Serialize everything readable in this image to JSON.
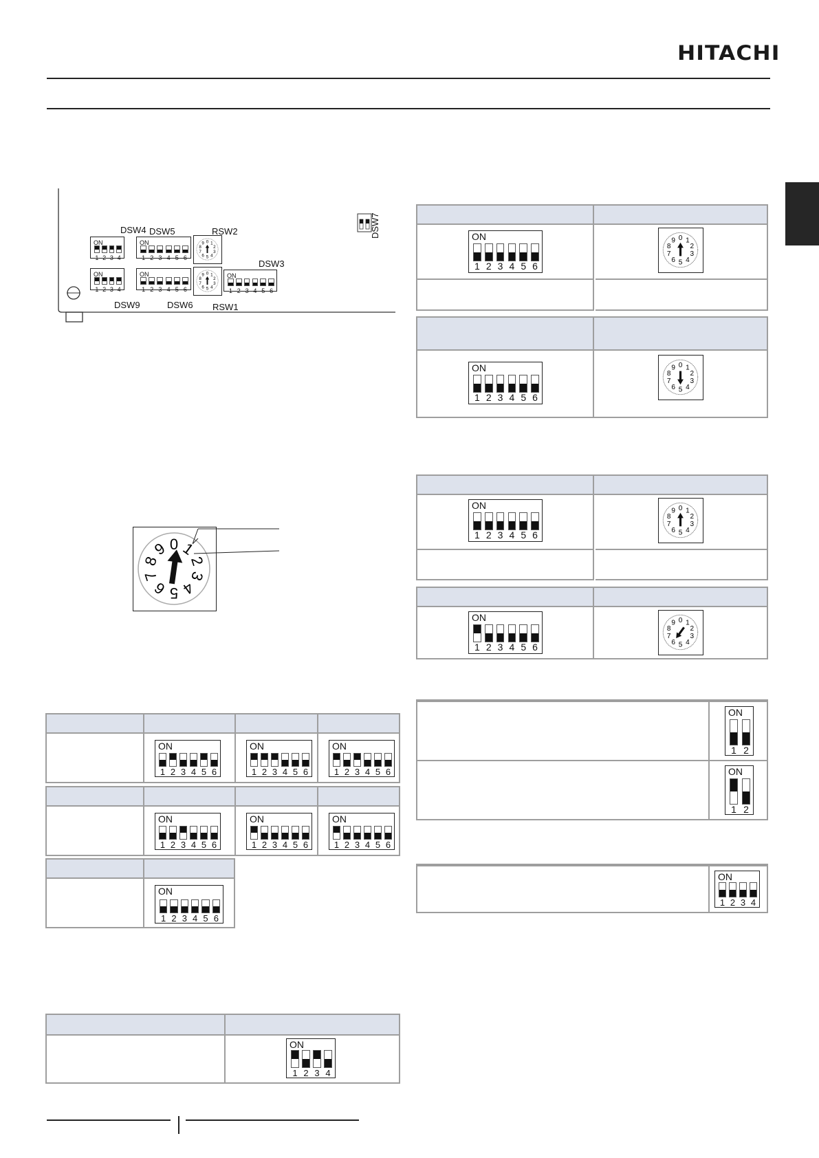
{
  "brand": {
    "logo_text": "HITACHI"
  },
  "pcb_diagram": {
    "labels": {
      "dsw4": "DSW4",
      "dsw5": "DSW5",
      "rsw2": "RSW2",
      "dsw7": "DSW7",
      "dsw3": "DSW3",
      "dsw9": "DSW9",
      "dsw6": "DSW6",
      "rsw1": "RSW1",
      "on": "ON"
    },
    "digits": [
      "0",
      "1",
      "2",
      "3",
      "4",
      "5",
      "6",
      "7",
      "8",
      "9"
    ]
  },
  "rotary_detail": {
    "digits": [
      "0",
      "1",
      "2",
      "3",
      "4",
      "5",
      "6",
      "7",
      "8",
      "9"
    ]
  },
  "dip_tables": {
    "on_label": "ON",
    "numbers6": [
      "1",
      "2",
      "3",
      "4",
      "5",
      "6"
    ],
    "numbers4": [
      "1",
      "2",
      "3",
      "4"
    ],
    "numbers2": [
      "1",
      "2"
    ]
  },
  "switch_states": {
    "left_row1": [
      [
        0,
        1,
        0,
        0,
        1,
        0
      ],
      [
        1,
        1,
        1,
        0,
        0,
        0
      ],
      [
        1,
        0,
        1,
        0,
        0,
        0
      ]
    ],
    "left_row2": [
      [
        0,
        0,
        1,
        0,
        0,
        0
      ],
      [
        1,
        0,
        0,
        0,
        0,
        0
      ],
      [
        1,
        0,
        0,
        0,
        0,
        0
      ]
    ],
    "left_row3": [
      [
        0,
        0,
        0,
        0,
        0,
        0
      ]
    ],
    "left_bottom_4": [
      1,
      0,
      1,
      0
    ],
    "right_t1": [
      0,
      0,
      0,
      0,
      0,
      0
    ],
    "right_t2": [
      0,
      0,
      0,
      0,
      0,
      0
    ],
    "right_t3": [
      0,
      0,
      0,
      0,
      0,
      0
    ],
    "right_t4": [
      1,
      0,
      0,
      0,
      0,
      0
    ],
    "right_dsw2_a": [
      0,
      0
    ],
    "right_dsw2_b": [
      1,
      0
    ],
    "right_dsw4": [
      0,
      0,
      0,
      0
    ]
  },
  "rotary_positions": {
    "t1": "0",
    "t2": "5",
    "t3": "0",
    "t4": "6"
  }
}
